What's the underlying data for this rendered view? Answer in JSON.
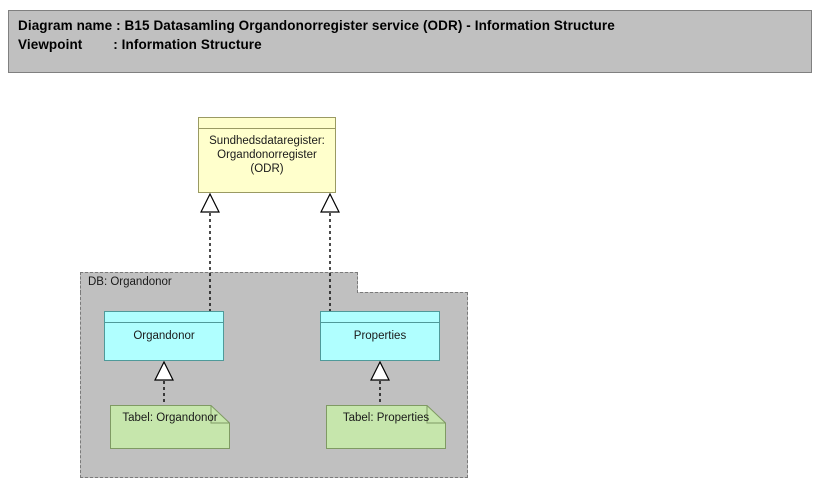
{
  "header": {
    "line1": "Diagram name : B15 Datasamling Organdonorregister service (ODR) - Information Structure",
    "line2": "Viewpoint        : Information Structure"
  },
  "package": {
    "label": "DB: Organdonor"
  },
  "nodes": {
    "data_object": {
      "label_line1": "Sundhedsdataregister:",
      "label_line2": "Organdonorregister",
      "label_line3": "(ODR)",
      "color": "#ffffcc"
    },
    "organdonor": {
      "label": "Organdonor",
      "color": "#b0ffff"
    },
    "properties": {
      "label": "Properties",
      "color": "#b0ffff"
    },
    "tabel_organdonor": {
      "label": "Tabel: Organdonor",
      "color": "#c6e6ac"
    },
    "tabel_properties": {
      "label": "Tabel: Properties",
      "color": "#c6e6ac"
    }
  },
  "colors": {
    "header_band": "#c0c0c0",
    "package_fill": "#c0c0c0",
    "line": "#000000"
  },
  "relationships": [
    {
      "name": "organdonor-realizes-data-object",
      "from": "Organdonor",
      "to": "Sundhedsdataregister: Organdonorregister (ODR)",
      "type": "realization"
    },
    {
      "name": "properties-realizes-data-object",
      "from": "Properties",
      "to": "Sundhedsdataregister: Organdonorregister (ODR)",
      "type": "realization"
    },
    {
      "name": "tabel-organdonor-realizes-organdonor",
      "from": "Tabel: Organdonor",
      "to": "Organdonor",
      "type": "realization"
    },
    {
      "name": "tabel-properties-realizes-properties",
      "from": "Tabel: Properties",
      "to": "Properties",
      "type": "realization"
    }
  ]
}
